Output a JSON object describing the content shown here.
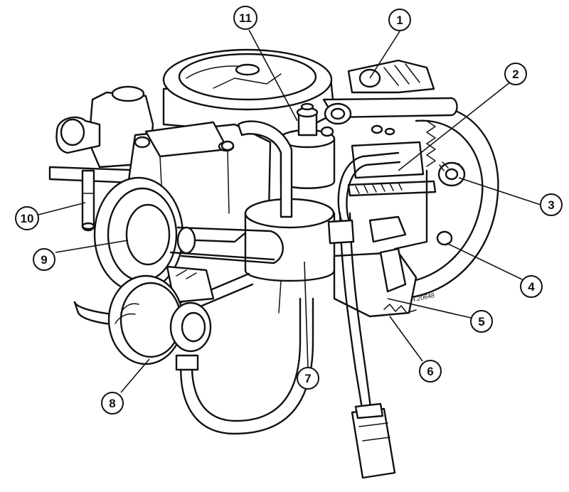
{
  "figure_ref": "H.20648",
  "callouts": [
    {
      "number": "1"
    },
    {
      "number": "2"
    },
    {
      "number": "3"
    },
    {
      "number": "4"
    },
    {
      "number": "5"
    },
    {
      "number": "6"
    },
    {
      "number": "7"
    },
    {
      "number": "8"
    },
    {
      "number": "9"
    },
    {
      "number": "10"
    },
    {
      "number": "11"
    }
  ]
}
